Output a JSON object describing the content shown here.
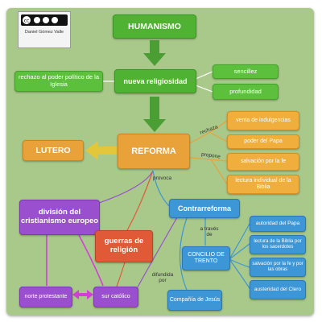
{
  "license": {
    "author": "Daniel Gómez Valle",
    "badge_text": "cc by nc sa"
  },
  "nodes": {
    "humanismo": "HUMANISMO",
    "nueva_religiosidad": "nueva religiosidad",
    "rechazo_poder": "rechazo al poder político de la Iglesia",
    "sencillez": "sencillez",
    "profundidad": "profundidad",
    "reforma": "REFORMA",
    "lutero": "LUTERO",
    "venta_indulgencias": "venta de indulgencias",
    "poder_papa": "poder del Papa",
    "salvacion_fe": "salvación por la fe",
    "lectura_biblia": "lectura individual de la Biblia",
    "division": "división del cristianismo europeo",
    "guerras": "guerras de religión",
    "contrarreforma": "Contrarreforma",
    "norte_protestante": "norte protestante",
    "sur_catolico": "sur católico",
    "concilio": "CONCILIO DE TRENTO",
    "compania": "Compañía de Jesús",
    "autoridad_papa": "autoridad del Papa",
    "lectura_sacerdotes": "lectura de la Biblia por los sacerdotes",
    "salvacion_obras": "salvación por la fe y por las obras",
    "austeridad": "austeridad del Clero"
  },
  "link_labels": {
    "rechaza": "rechaza",
    "propone": "propone",
    "provoca": "provoca",
    "a_traves_de": "a través de",
    "difundida_por": "difundida por"
  },
  "colors": {
    "background": "#a8c98a",
    "green": "#4fb232",
    "orange": "#e9a23a",
    "purple": "#9a4fcf",
    "red": "#e05a38",
    "blue": "#3d96d6",
    "pink": "#d33fd6"
  }
}
